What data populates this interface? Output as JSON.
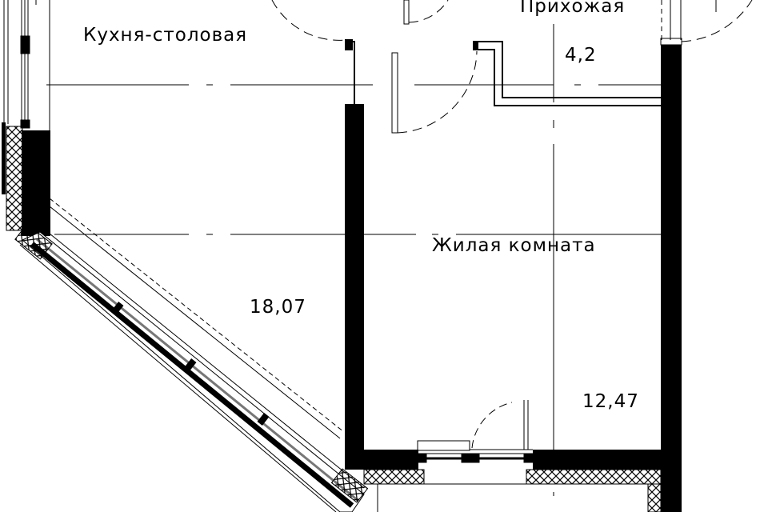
{
  "rooms": [
    {
      "name": "Кухня-столовая",
      "area": "18,07"
    },
    {
      "name": "Прихожая",
      "area": "4,2"
    },
    {
      "name": "Жилая комната",
      "area": "12,47"
    }
  ],
  "colors": {
    "wall": "#000000",
    "background": "#ffffff"
  }
}
